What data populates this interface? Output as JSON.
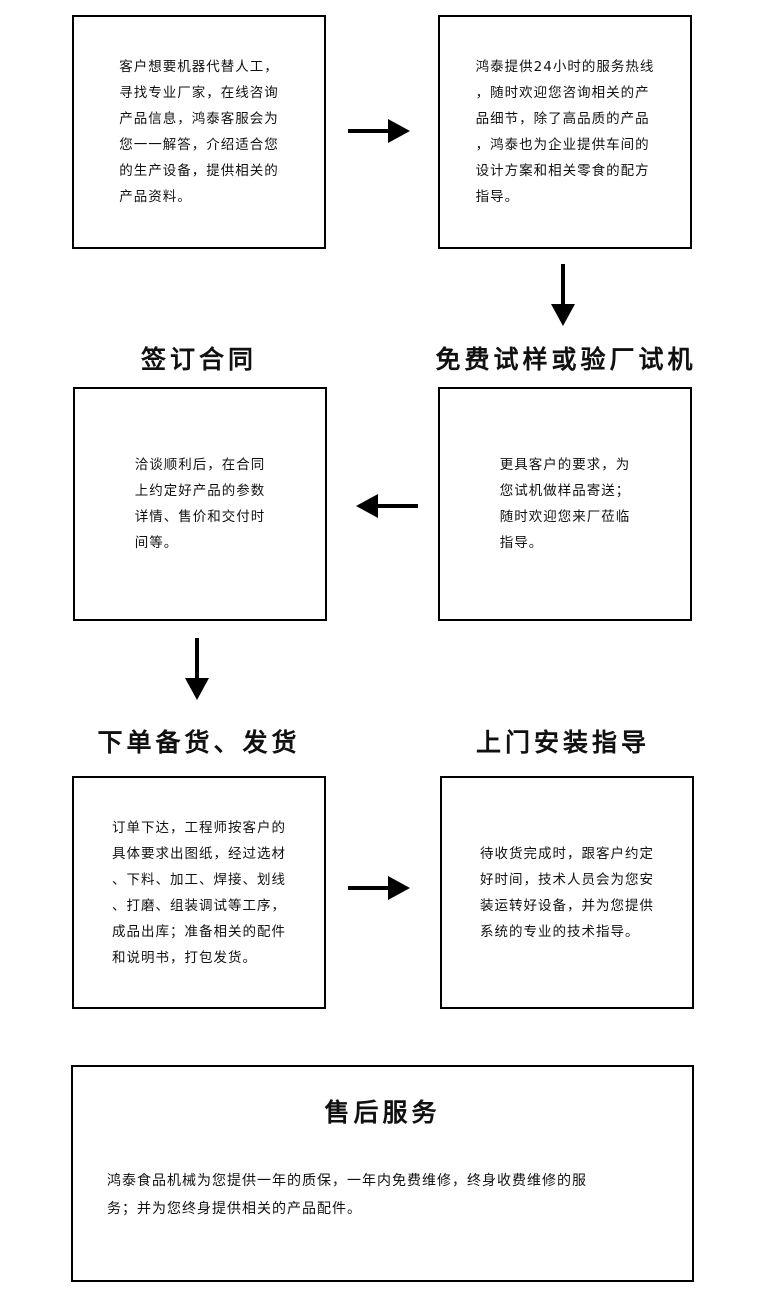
{
  "steps": [
    {
      "title": "",
      "lines": [
        "客户想要机器代替人工，",
        "寻找专业厂家，在线咨询",
        "产品信息，鸿泰客服会为",
        "您一一解答，介绍适合您",
        "的生产设备，提供相关的",
        "产品资料。"
      ]
    },
    {
      "title": "",
      "lines": [
        "鸿泰提供24小时的服务热线",
        "，随时欢迎您咨询相关的产",
        "品细节，除了高品质的产品",
        "，鸿泰也为企业提供车间的",
        "设计方案和相关零食的配方",
        "指导。"
      ]
    },
    {
      "title": "签订合同",
      "lines": [
        "洽谈顺利后，在合同",
        "上约定好产品的参数",
        "详情、售价和交付时",
        "间等。"
      ]
    },
    {
      "title": "免费试样或验厂试机",
      "lines": [
        "更具客户的要求，为",
        "您试机做样品寄送；",
        "随时欢迎您来厂莅临",
        "指导。"
      ]
    },
    {
      "title": "下单备货、发货",
      "lines": [
        "订单下达，工程师按客户的",
        "具体要求出图纸，经过选材",
        "、下料、加工、焊接、划线",
        "、打磨、组装调试等工序，",
        "成品出库；准备相关的配件",
        "和说明书，打包发货。"
      ]
    },
    {
      "title": "上门安装指导",
      "lines": [
        "待收货完成时，跟客户约定",
        "好时间，技术人员会为您安",
        "装运转好设备，并为您提供",
        "系统的专业的技术指导。"
      ]
    }
  ],
  "after_sales": {
    "title": "售后服务",
    "lines": [
      "鸿泰食品机械为您提供一年的质保，一年内免费维修，终身收费维修的服",
      "务；并为您终身提供相关的产品配件。"
    ]
  },
  "colors": {
    "line": "#000000",
    "background": "#ffffff"
  }
}
